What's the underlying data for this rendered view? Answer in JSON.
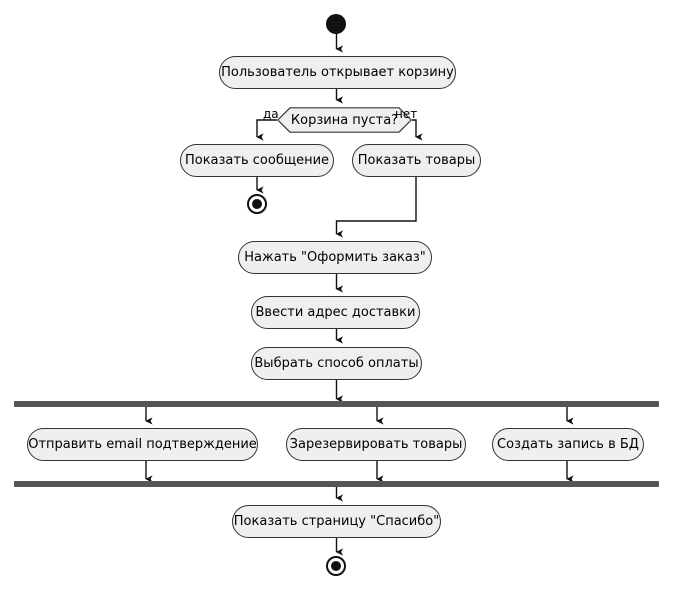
{
  "diagram": {
    "type": "uml-activity-diagram",
    "title": "",
    "colors": {
      "node_fill": "#efefef",
      "node_stroke": "#333333",
      "bar": "#555555",
      "terminal": "#111111",
      "background": "#ffffff",
      "text": "#000000"
    },
    "start_node": {
      "name": "start"
    },
    "activities": [
      {
        "id": "open_cart",
        "label": "Пользователь открывает корзину"
      },
      {
        "id": "show_message",
        "label": "Показать сообщение"
      },
      {
        "id": "show_goods",
        "label": "Показать товары"
      },
      {
        "id": "press_checkout",
        "label": "Нажать \"Оформить заказ\""
      },
      {
        "id": "enter_address",
        "label": "Ввести адрес доставки"
      },
      {
        "id": "choose_payment",
        "label": "Выбрать способ оплаты"
      },
      {
        "id": "send_email",
        "label": "Отправить email подтверждение"
      },
      {
        "id": "reserve_goods",
        "label": "Зарезервировать товары"
      },
      {
        "id": "create_db_record",
        "label": "Создать запись в БД"
      },
      {
        "id": "show_thanks",
        "label": "Показать страницу \"Спасибо\""
      }
    ],
    "decision": {
      "id": "cart_empty",
      "label": "Корзина пуста?",
      "guards": {
        "yes": "да",
        "no": "нет"
      }
    },
    "fork": {
      "label": ""
    },
    "join": {
      "label": ""
    },
    "end_nodes": [
      {
        "id": "end_empty",
        "name": "end-empty-branch"
      },
      {
        "id": "end_final",
        "name": "end-final"
      }
    ]
  }
}
